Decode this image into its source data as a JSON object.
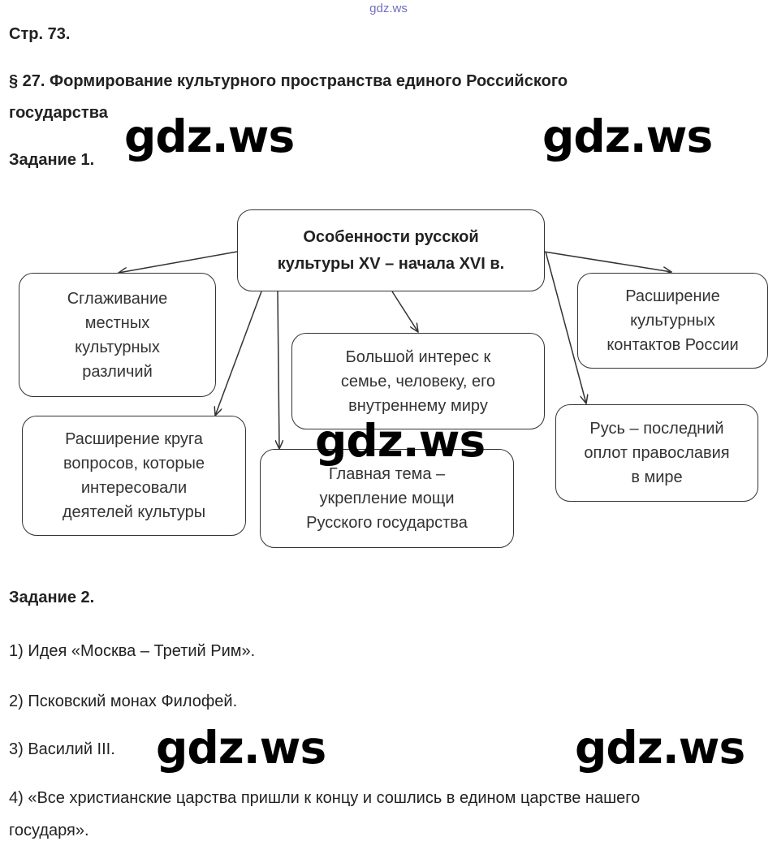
{
  "header": {
    "site_mark": "gdz.ws",
    "page": "Стр. 73.",
    "section_line1": "§ 27. Формирование культурного пространства единого Российского",
    "section_line2": "государства"
  },
  "task1": {
    "title": "Задание 1.",
    "center": "Особенности русской\nкультуры XV – начала XVI  в.",
    "boxes": {
      "smoothing": "Сглаживание\nместных\nкультурных\nразличий",
      "contacts": "Расширение\nкультурных\nконтактов России",
      "interest": "Большой интерес к\nсемье, человеку, его\nвнутреннему миру",
      "circle": "Расширение круга\nвопросов, которые\nинтересовали\nдеятелей культуры",
      "theme": "Главная тема –\nукрепление мощи\nРусского государства",
      "rus": "Русь – последний\nоплот православия\nв мире"
    }
  },
  "task2": {
    "title": "Задание 2.",
    "items": [
      "1) Идея «Москва – Третий Рим».",
      "2) Псковский монах Филофей.",
      "3) Василий III.",
      "4) «Все христианские царства пришли к концу и сошлись в едином царстве нашего",
      "государя»."
    ]
  },
  "watermark": "gdz.ws"
}
